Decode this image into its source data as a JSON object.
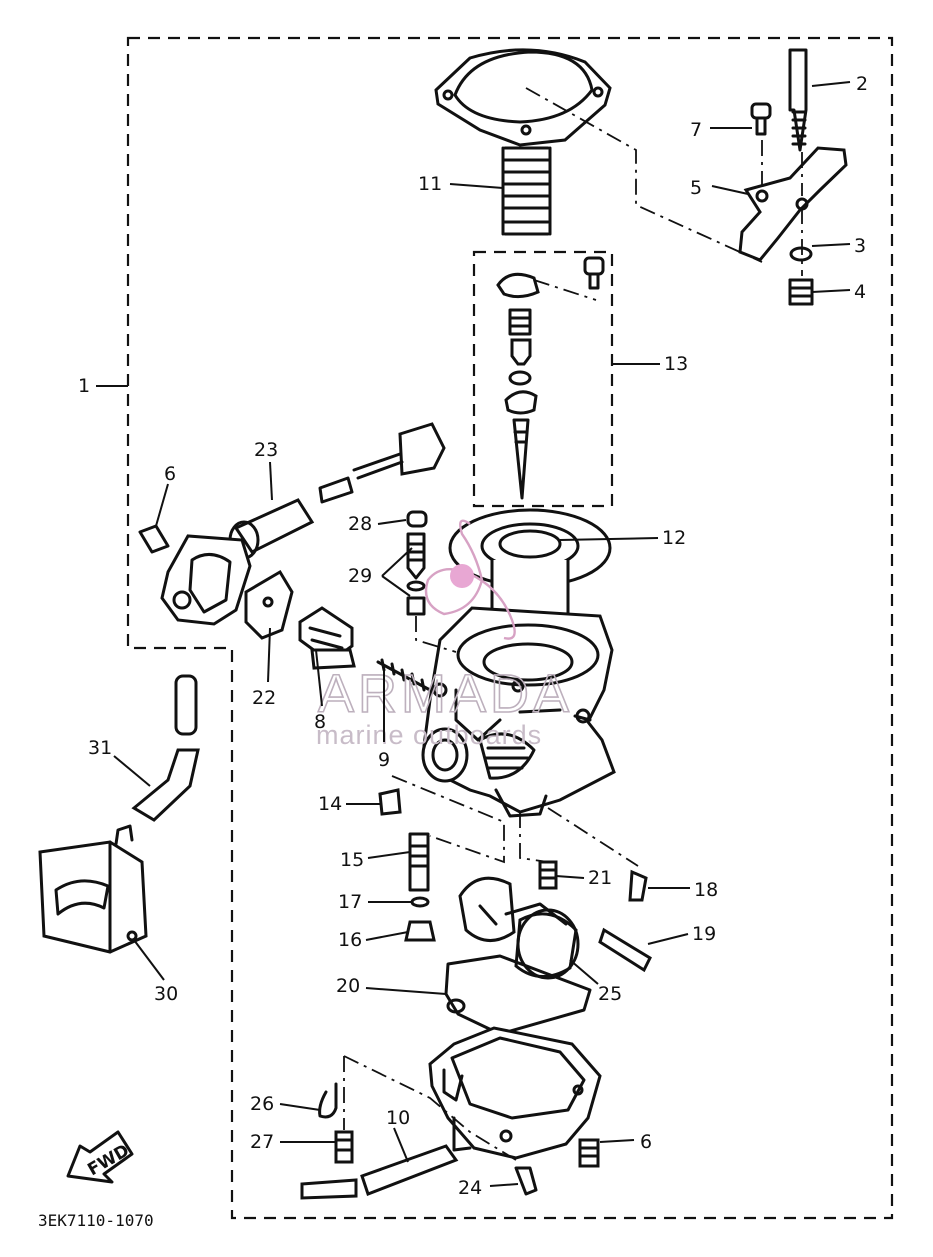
{
  "diagram": {
    "code": "3EK7110-1070",
    "fwd_label": "FWD",
    "watermark": {
      "brand": "ARMADA",
      "tagline": "marine outboards"
    },
    "callouts": [
      "1",
      "2",
      "3",
      "4",
      "5",
      "6",
      "6",
      "7",
      "8",
      "9",
      "10",
      "11",
      "12",
      "13",
      "14",
      "15",
      "16",
      "17",
      "18",
      "19",
      "20",
      "21",
      "22",
      "23",
      "24",
      "25",
      "26",
      "27",
      "28",
      "29",
      "30",
      "31"
    ]
  }
}
